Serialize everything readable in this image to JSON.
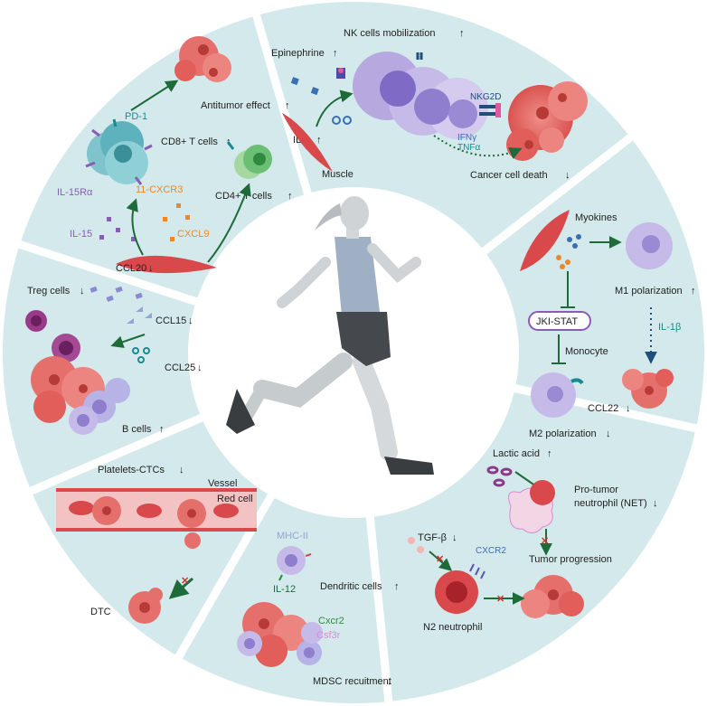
{
  "colors": {
    "sector_fill": "#d4e9ec",
    "divider": "#ffffff",
    "center": "#ffffff",
    "muscle": "#d9484a",
    "tcell": "#6fb7c2",
    "nkcell": "#b7a9e0",
    "tumor": "#e36d6a",
    "arrow": "#1e6b3a",
    "orange": "#e8892a",
    "purple": "#8a5cb5",
    "teal": "#1a8a8f",
    "inhibit": "#d7302f"
  },
  "sectors": {
    "cd8": {
      "antitumor": "Antitumor effect",
      "pd1": "PD-1",
      "cd8": "CD8+ T cells",
      "cd4": "CD4+ T cells",
      "il15ra": "IL-15Rα",
      "cxcr3": "11-CXCR3",
      "il15": "IL-15",
      "cxcl9": "CXCL9"
    },
    "nk": {
      "mobilization": "NK cells mobilization",
      "epinephrine": "Epinephrine",
      "nkg2d": "NKG2D",
      "il6": "IL-6",
      "ifng": "IFNγ",
      "tnfa": "TNFα",
      "muscle": "Muscle",
      "death": "Cancer cell death"
    },
    "myokines": {
      "myokines": "Myokines",
      "m1": "M1 polarization",
      "jki": "JKI-STAT",
      "il1b": "IL-1β",
      "monocyte": "Monocyte",
      "ccl22": "CCL22",
      "m2": "M2 polarization"
    },
    "treg": {
      "ccl20": "CCL20",
      "treg": "Treg cells",
      "ccl15": "CCL15",
      "ccl25": "CCL25",
      "bcells": "B cells"
    },
    "platelets": {
      "title": "Platelets-CTCs",
      "vessel": "Vessel",
      "redcell": "Red cell",
      "dtc": "DTC"
    },
    "dendritic": {
      "mhc": "MHC-II",
      "il12": "IL-12",
      "dc": "Dendritic cells",
      "cxcr2": "Cxcr2",
      "csf3r": "Csf3r",
      "mdsc": "MDSC recuitment"
    },
    "neutrophil": {
      "lactic": "Lactic acid",
      "pro1": "Pro-tumor",
      "pro2": "neutrophil (NET)",
      "tgfb": "TGF-β",
      "cxcr2": "CXCR2",
      "progression": "Tumor progression",
      "n2": "N2 neutrophil"
    }
  }
}
